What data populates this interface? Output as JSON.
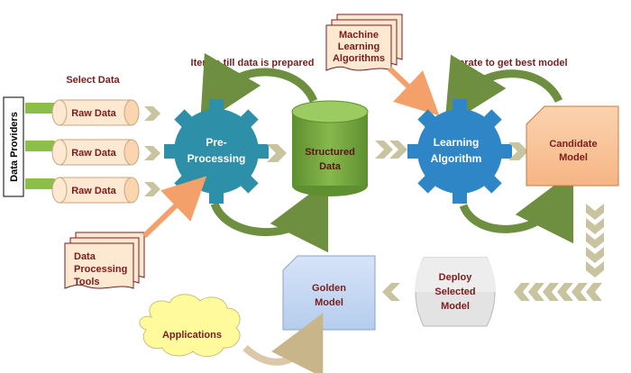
{
  "labels": {
    "select_data": "Select Data",
    "data_providers": "Data Providers",
    "raw_data": [
      "Raw Data",
      "Raw Data",
      "Raw Data"
    ],
    "iterate_data": "Iterate till data is prepared",
    "iterate_model": "Iterate to get best model",
    "ml_algorithms": [
      "Machine",
      "Learning",
      "Algorithms"
    ],
    "preprocessing": [
      "Pre-",
      "Processing"
    ],
    "structured_data": [
      "Structured",
      "Data"
    ],
    "learning_algorithm": [
      "Learning",
      "Algorithm"
    ],
    "candidate_model": [
      "Candidate",
      "Model"
    ],
    "data_tools": [
      "Data",
      "Processing",
      "Tools"
    ],
    "golden_model": [
      "Golden",
      "Model"
    ],
    "deploy": [
      "Deploy",
      "Selected",
      "Model"
    ],
    "applications": "Applications"
  },
  "colors": {
    "label_text": "#7b1c1c",
    "gear_blue": "#2e8fa8",
    "gear_blue2": "#2f86c7",
    "green_cyl": "#6e9e3a",
    "green_arrow": "#6e8f3f",
    "orange": "#f4a06a",
    "tan": "#c9c4a0",
    "cloud": "#fffb9c"
  },
  "icons": [
    "gear-icon",
    "cylinder-icon",
    "document-stack-icon",
    "cloud-icon",
    "chevron-arrow-icon"
  ]
}
